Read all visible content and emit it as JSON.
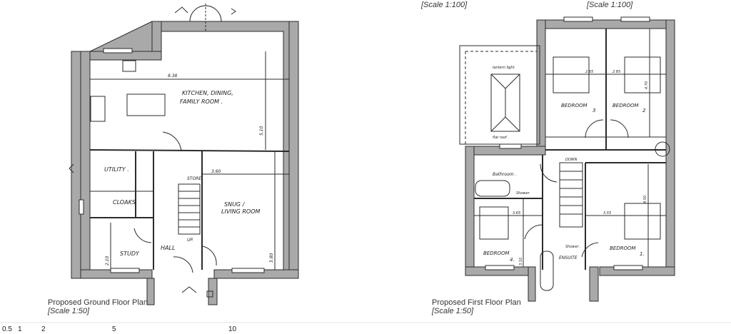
{
  "top_captions": {
    "left": "[Scale 1:100]",
    "right": "[Scale 1:100]"
  },
  "ground_floor": {
    "title": "Proposed Ground Floor Plan",
    "scale": "[Scale 1:50]",
    "rooms": {
      "kitchen_line1": "KITCHEN, DINING,",
      "kitchen_line2": "FAMILY ROOM .",
      "utility": "UTILITY .",
      "cloaks": "CLOAKS",
      "store": "STORE",
      "snug_line1": "SNUG /",
      "snug_line2": "LIVING ROOM",
      "study": "STUDY",
      "hall": "HALL",
      "up": "UP."
    },
    "dimensions": {
      "width_kitchen": "8.38",
      "depth_kitchen": "5.10",
      "width_snug": "3.60",
      "depth_snug": "5.80",
      "study": "2.10"
    }
  },
  "first_floor": {
    "title": "Proposed First Floor Plan",
    "scale": "[Scale 1:50]",
    "rooms": {
      "lantern": "lantern light",
      "flat_roof": "flat roof .",
      "bed3": "BEDROOM",
      "bed3_num": "3",
      "bed2": "BEDROOM",
      "bed2_num": "2",
      "bathroom": "Bathroom .",
      "shower1": "Shower",
      "down": "DOWN",
      "bed4": "BEDROOM",
      "bed4_num": "4.",
      "shower2": "Shower .",
      "ensuite": "ENSUITE",
      "bed1": "BEDROOM",
      "bed1_num": "1."
    },
    "dimensions": {
      "bed3_w": "2.65",
      "bed2_w": "2.85",
      "bed2_d": "4.70",
      "bed4_w": "3.65",
      "bed4_d": "3.10",
      "bed1_w": "3.55",
      "bed1_d": "4.50"
    }
  },
  "scale_bar": {
    "ticks": [
      "0.5",
      "1",
      "2",
      "5",
      "10"
    ]
  },
  "colors": {
    "wall": "#a9a9a9",
    "line": "#2b2b2b"
  }
}
